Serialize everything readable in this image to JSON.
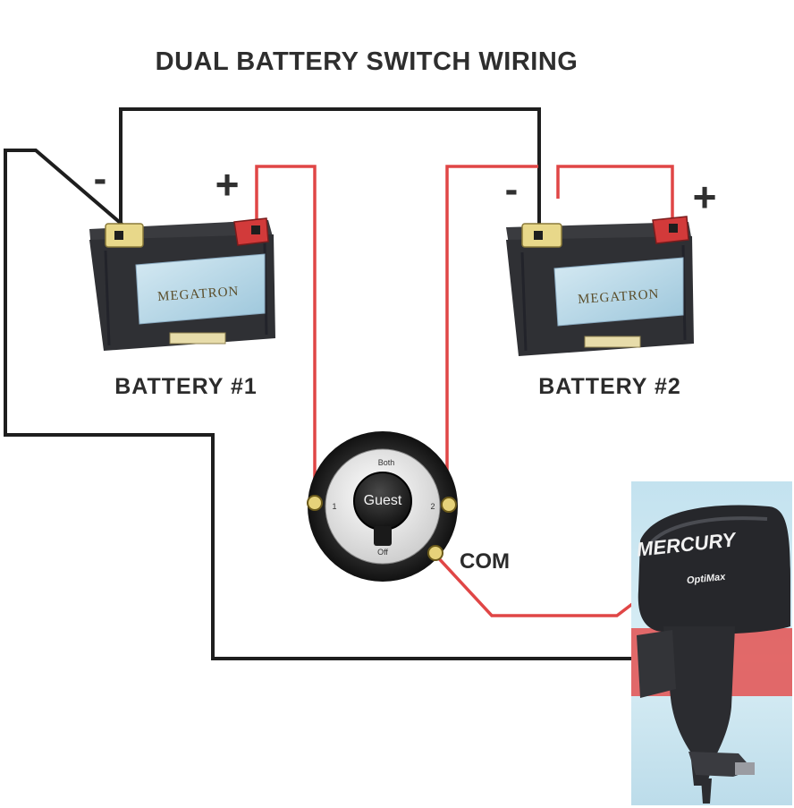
{
  "title": "DUAL BATTERY SWITCH WIRING",
  "battery1": {
    "label": "BATTERY #1",
    "brand": "MEGATRON",
    "negative": "-",
    "positive": "+"
  },
  "battery2": {
    "label": "BATTERY #2",
    "brand": "MEGATRON",
    "negative": "-",
    "positive": "+"
  },
  "switch": {
    "knob_label": "Guest",
    "pos_both": "Both",
    "pos_1": "1",
    "pos_2": "2",
    "pos_off": "Off",
    "com_label": "COM"
  },
  "motor": {
    "brand": "MERCURY",
    "model": "OptiMax"
  },
  "colors": {
    "wire_negative": "#1e1e1e",
    "wire_positive": "#e04646",
    "battery_body": "#2f3034",
    "terminal_negative": "#e8d88a",
    "terminal_positive": "#d23a3a",
    "motor_bg": "#cfe6f0",
    "motor_band": "#e25a5a"
  }
}
